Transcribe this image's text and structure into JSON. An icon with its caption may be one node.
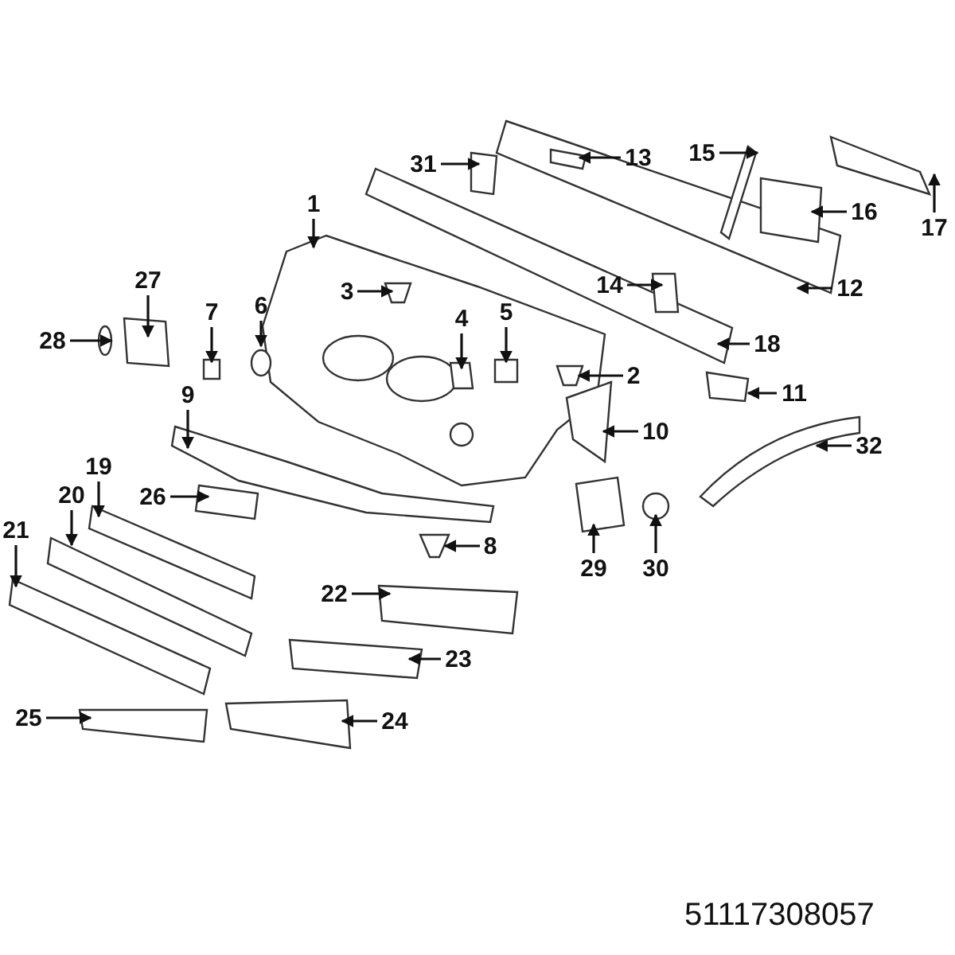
{
  "diagram": {
    "nodes": [
      {
        "text": [
          "1"
        ]
      },
      {
        "text": [
          "2"
        ]
      },
      {
        "text": [
          "3"
        ]
      },
      {
        "text": [
          "4"
        ]
      },
      {
        "text": [
          "5"
        ]
      },
      {
        "text": [
          "6"
        ]
      },
      {
        "text": [
          "7"
        ]
      },
      {
        "text": [
          "8"
        ]
      },
      {
        "text": [
          "9"
        ]
      },
      {
        "text": [
          "10"
        ]
      },
      {
        "text": [
          "11"
        ]
      },
      {
        "text": [
          "12"
        ]
      },
      {
        "text": [
          "13"
        ]
      },
      {
        "text": [
          "14"
        ]
      },
      {
        "text": [
          "15"
        ]
      },
      {
        "text": [
          "16"
        ]
      },
      {
        "text": [
          "17"
        ]
      },
      {
        "text": [
          "18"
        ]
      },
      {
        "text": [
          "19"
        ]
      },
      {
        "text": [
          "20"
        ]
      },
      {
        "text": [
          "21"
        ]
      },
      {
        "text": [
          "22"
        ]
      },
      {
        "text": [
          "23"
        ]
      },
      {
        "text": [
          "24"
        ]
      },
      {
        "text": [
          "25"
        ]
      },
      {
        "text": [
          "26"
        ]
      },
      {
        "text": [
          "27"
        ]
      },
      {
        "text": [
          "28"
        ]
      },
      {
        "text": [
          "29"
        ]
      },
      {
        "text": [
          "30"
        ]
      },
      {
        "text": [
          "31"
        ]
      },
      {
        "text": [
          "32"
        ]
      }
    ],
    "edges": [
      {
        "from": 0,
        "to": null,
        "arrow": "to"
      },
      {
        "from": 1,
        "to": null,
        "arrow": "to"
      },
      {
        "from": 2,
        "to": null,
        "arrow": "to"
      },
      {
        "from": 3,
        "to": null,
        "arrow": "to"
      },
      {
        "from": 4,
        "to": null,
        "arrow": "to"
      },
      {
        "from": 5,
        "to": null,
        "arrow": "to"
      },
      {
        "from": 6,
        "to": null,
        "arrow": "to"
      },
      {
        "from": 7,
        "to": null,
        "arrow": "to"
      },
      {
        "from": 8,
        "to": null,
        "arrow": "to"
      },
      {
        "from": 9,
        "to": null,
        "arrow": "to"
      },
      {
        "from": 10,
        "to": null,
        "arrow": "to"
      },
      {
        "from": 11,
        "to": null,
        "arrow": "to"
      },
      {
        "from": 12,
        "to": null,
        "arrow": "to"
      },
      {
        "from": 13,
        "to": null,
        "arrow": "to"
      },
      {
        "from": 14,
        "to": null,
        "arrow": "to"
      },
      {
        "from": 15,
        "to": null,
        "arrow": "to"
      },
      {
        "from": 16,
        "to": null,
        "arrow": "to"
      },
      {
        "from": 17,
        "to": null,
        "arrow": "to"
      },
      {
        "from": 18,
        "to": null,
        "arrow": "to"
      },
      {
        "from": 19,
        "to": null,
        "arrow": "to"
      },
      {
        "from": 20,
        "to": null,
        "arrow": "to"
      },
      {
        "from": 21,
        "to": null,
        "arrow": "to"
      },
      {
        "from": 22,
        "to": null,
        "arrow": "to"
      },
      {
        "from": 23,
        "to": null,
        "arrow": "to"
      },
      {
        "from": 24,
        "to": null,
        "arrow": "to"
      },
      {
        "from": 25,
        "to": null,
        "arrow": "to"
      },
      {
        "from": 26,
        "to": null,
        "arrow": "to"
      },
      {
        "from": 27,
        "to": null,
        "arrow": "to"
      },
      {
        "from": 28,
        "to": null,
        "arrow": "to"
      },
      {
        "from": 29,
        "to": null,
        "arrow": "to"
      },
      {
        "from": 30,
        "to": null,
        "arrow": "to"
      },
      {
        "from": 31,
        "to": null,
        "arrow": "to"
      }
    ],
    "labels": [
      "51117308057"
    ]
  }
}
